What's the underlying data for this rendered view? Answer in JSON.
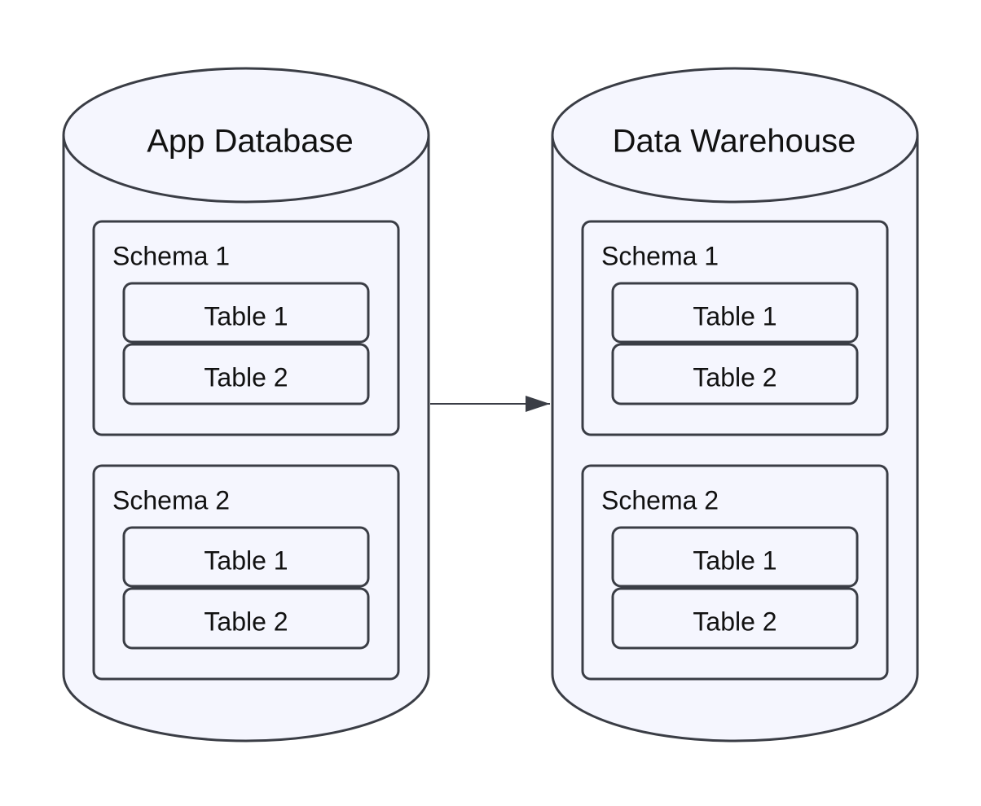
{
  "diagram": {
    "colors": {
      "fill": "#f5f6fe",
      "stroke": "#3a3d45",
      "arrow": "#3a3d45",
      "text": "#111111",
      "background": "#ffffff"
    },
    "databases": [
      {
        "title": "App Database",
        "schemas": [
          {
            "label": "Schema 1",
            "tables": [
              "Table 1",
              "Table 2"
            ]
          },
          {
            "label": "Schema 2",
            "tables": [
              "Table 1",
              "Table 2"
            ]
          }
        ]
      },
      {
        "title": "Data Warehouse",
        "schemas": [
          {
            "label": "Schema 1",
            "tables": [
              "Table 1",
              "Table 2"
            ]
          },
          {
            "label": "Schema 2",
            "tables": [
              "Table 1",
              "Table 2"
            ]
          }
        ]
      }
    ],
    "edges": [
      {
        "from": "App Database",
        "to": "Data Warehouse"
      }
    ]
  }
}
